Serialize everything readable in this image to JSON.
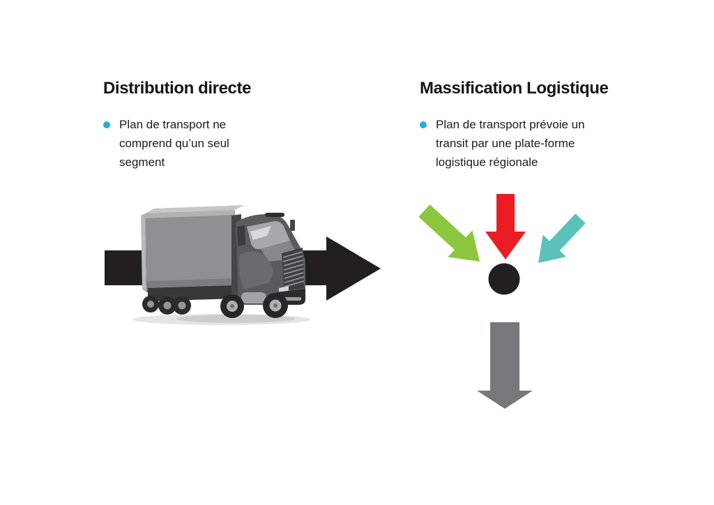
{
  "left_panel": {
    "title": "Distribution directe",
    "bullet": "Plan de transport ne comprend qu’un seul segment"
  },
  "right_panel": {
    "title": "Massification Logistique",
    "bullet": "Plan de transport prévoie un transit par une plate-forme logistique régionale"
  },
  "colors": {
    "text": "#1C1C1C",
    "bullet_blue": "#29ABE2",
    "black_arrow": "#231F20",
    "green_arrow": "#8CC63F",
    "red_arrow": "#EC1C24",
    "teal_arrow": "#5BC2BA",
    "gray_arrow": "#77787B",
    "hub_dot": "#231F20"
  },
  "icons": {
    "left_diagram": "truck-with-right-arrow",
    "right_diagram": "three-arrows-converging-on-hub-then-down-arrow"
  }
}
